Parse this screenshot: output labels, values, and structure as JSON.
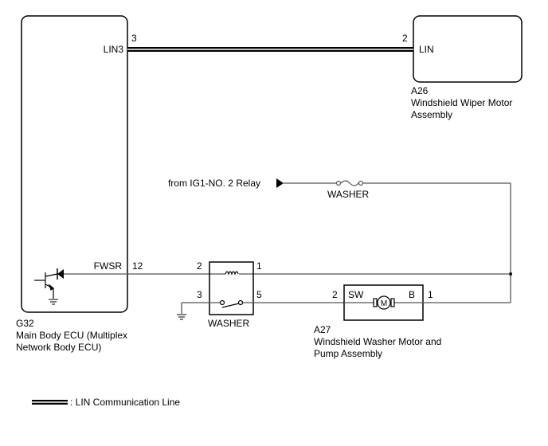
{
  "ecu": {
    "code": "G32",
    "name_line1": "Main Body ECU (Multiplex",
    "name_line2": "Network Body ECU)",
    "pin_lin3": "3",
    "label_lin3": "LIN3",
    "pin_fwsr": "12",
    "label_fwsr": "FWSR"
  },
  "wiper_motor": {
    "code": "A26",
    "name_line1": "Windshield Wiper Motor",
    "name_line2": "Assembly",
    "pin_lin": "2",
    "label_lin": "LIN"
  },
  "power_source": {
    "label": "from IG1-NO. 2 Relay",
    "fuse_label": "WASHER"
  },
  "washer_relay": {
    "label": "WASHER",
    "pins": [
      "2",
      "1",
      "3",
      "5"
    ]
  },
  "washer_motor": {
    "code": "A27",
    "name_line1": "Windshield Washer Motor and",
    "name_line2": "Pump Assembly",
    "pin_sw": "2",
    "label_sw": "SW",
    "pin_b": "1",
    "label_b": "B",
    "motor_symbol": "M"
  },
  "legend": {
    "lin_line": ": LIN Communication Line"
  }
}
